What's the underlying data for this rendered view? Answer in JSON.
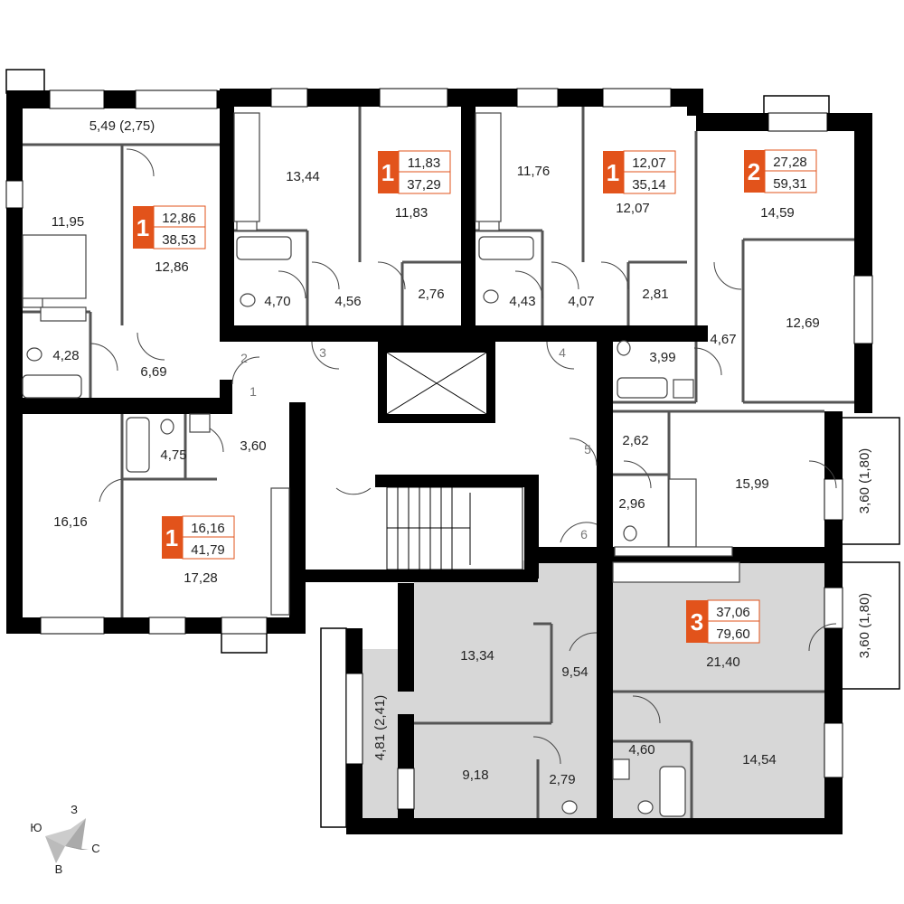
{
  "accent_color": "#e2531b",
  "wall_color": "#000000",
  "shaded_apartment_fill": "#d7d7d7",
  "room_areas": [
    "5,49 (2,75)",
    "11,95",
    "12,86",
    "4,28",
    "6,69",
    "13,44",
    "4,70",
    "4,56",
    "11,83",
    "2,76",
    "11,76",
    "4,43",
    "4,07",
    "12,07",
    "2,81",
    "14,59",
    "12,69",
    "4,67",
    "3,99",
    "16,16",
    "4,75",
    "3,60",
    "17,28",
    "2,62",
    "15,99",
    "2,96",
    "3,60 (1,80)",
    "21,40",
    "3,60 (1,80)",
    "13,34",
    "9,54",
    "9,18",
    "2,79",
    "4,60",
    "14,54",
    "4,81 (2,41)"
  ],
  "door_numbers": [
    "1",
    "2",
    "3",
    "4",
    "5",
    "6"
  ],
  "apartments": [
    {
      "rooms": "1",
      "area_living": "12,86",
      "area_total": "38,53"
    },
    {
      "rooms": "1",
      "area_living": "11,83",
      "area_total": "37,29"
    },
    {
      "rooms": "1",
      "area_living": "12,07",
      "area_total": "35,14"
    },
    {
      "rooms": "2",
      "area_living": "27,28",
      "area_total": "59,31"
    },
    {
      "rooms": "1",
      "area_living": "16,16",
      "area_total": "41,79"
    },
    {
      "rooms": "3",
      "area_living": "37,06",
      "area_total": "79,60"
    }
  ],
  "compass": {
    "north": "З",
    "west": "Ю",
    "east": "С",
    "south": "В"
  }
}
